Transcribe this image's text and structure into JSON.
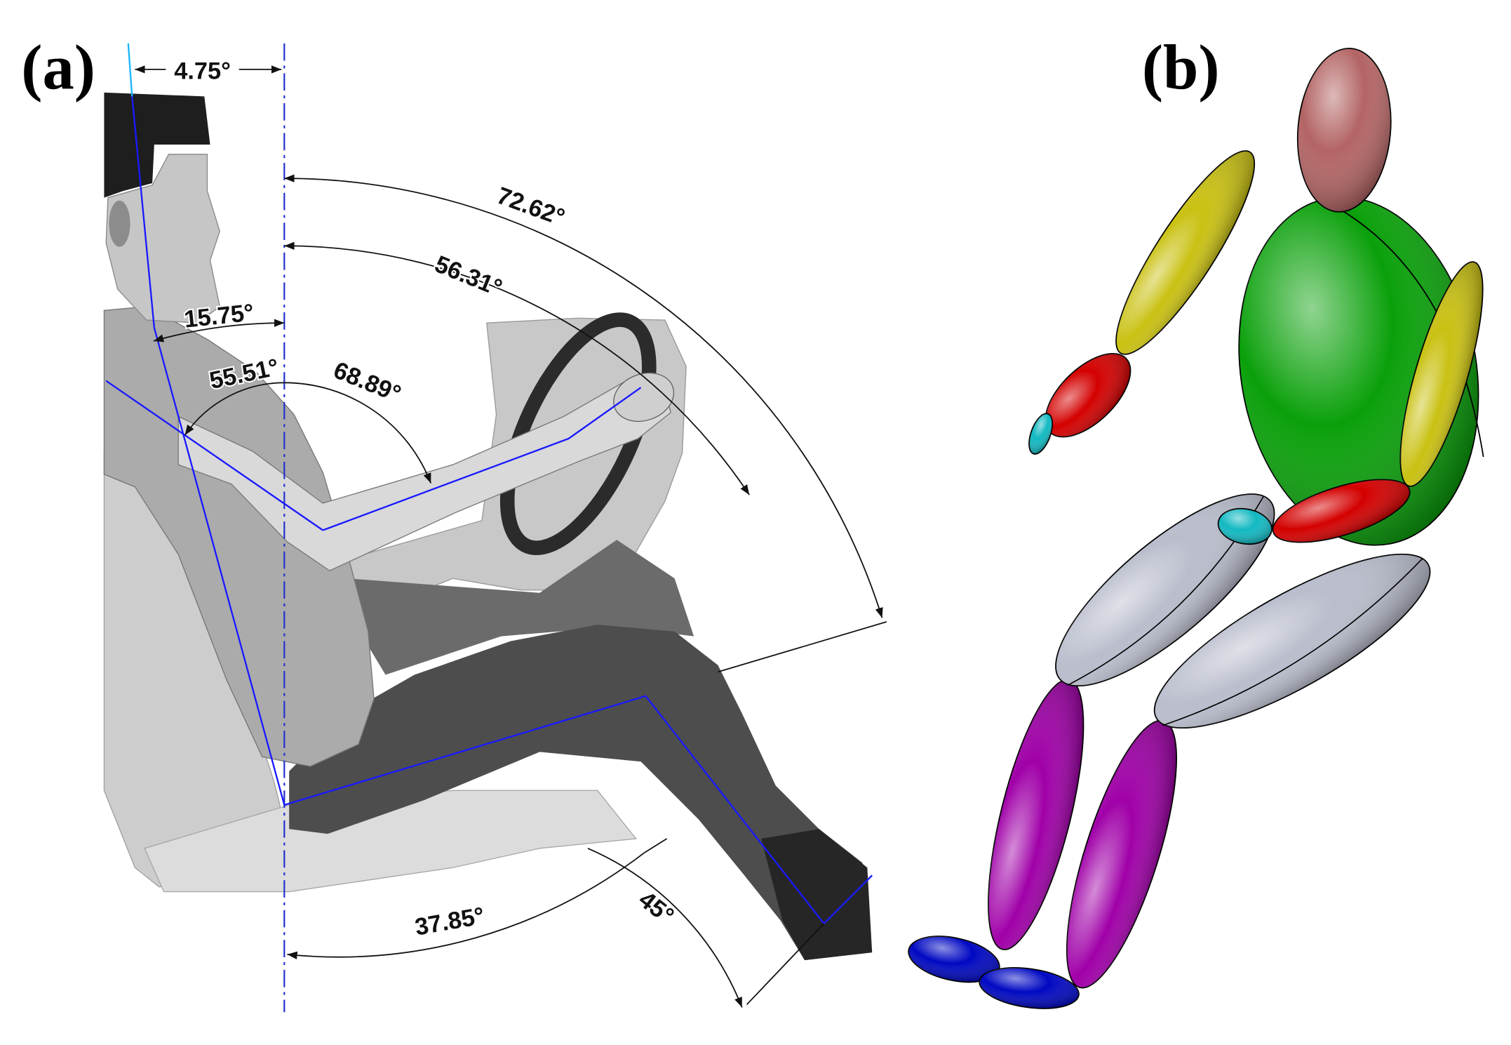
{
  "figure": {
    "panel_a": {
      "label": "(a)",
      "angles": {
        "head_tilt": "4.75°",
        "thigh": "72.62°",
        "wheel": "56.31°",
        "torso": "15.75°",
        "upper_arm": "55.51°",
        "elbow": "68.89°",
        "knee": "37.85°",
        "ankle": "45°"
      },
      "colors": {
        "posture_line": "#1a1aff",
        "head_line": "#19b6ff",
        "reference_line": "#2233cc"
      }
    },
    "panel_b": {
      "label": "(b)",
      "colors": {
        "head": "#b36464",
        "torso": "#0aa00a",
        "upper_arm": "#c9c112",
        "forearm": "#d40000",
        "hand": "#12b9c2",
        "thigh": "#b9bdcc",
        "shank": "#a000a8",
        "foot": "#0008c2"
      }
    }
  }
}
